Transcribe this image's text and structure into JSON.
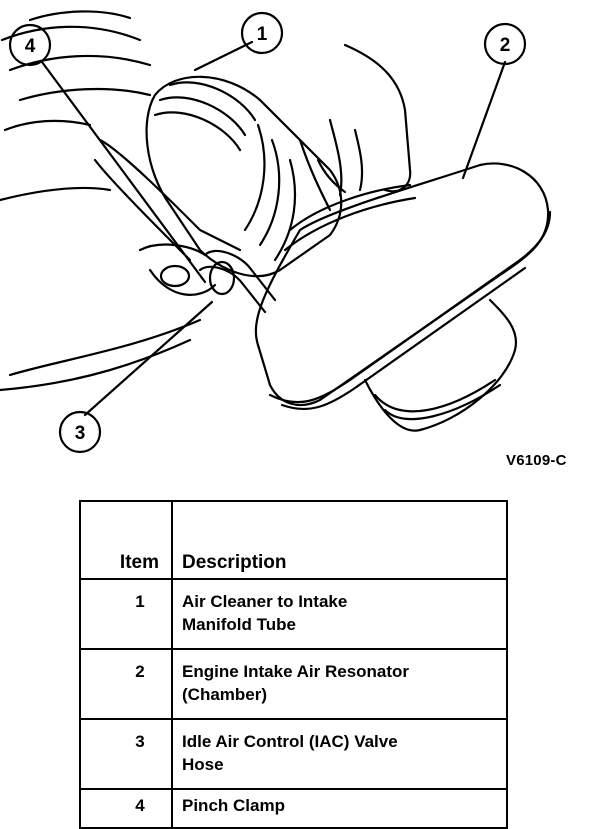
{
  "figure": {
    "callouts": [
      "1",
      "2",
      "3",
      "4"
    ],
    "code": "V6109-C"
  },
  "legend": {
    "header": {
      "item": "Item",
      "description": "Description"
    },
    "rows": [
      {
        "item": "1",
        "line1": "Air Cleaner to Intake",
        "line2": "Manifold Tube"
      },
      {
        "item": "2",
        "line1": "Engine Intake Air Resonator",
        "line2": "(Chamber)"
      },
      {
        "item": "3",
        "line1": "Idle Air Control (IAC) Valve",
        "line2": "Hose"
      },
      {
        "item": "4",
        "line1": "Pinch Clamp",
        "line2": ""
      }
    ]
  }
}
